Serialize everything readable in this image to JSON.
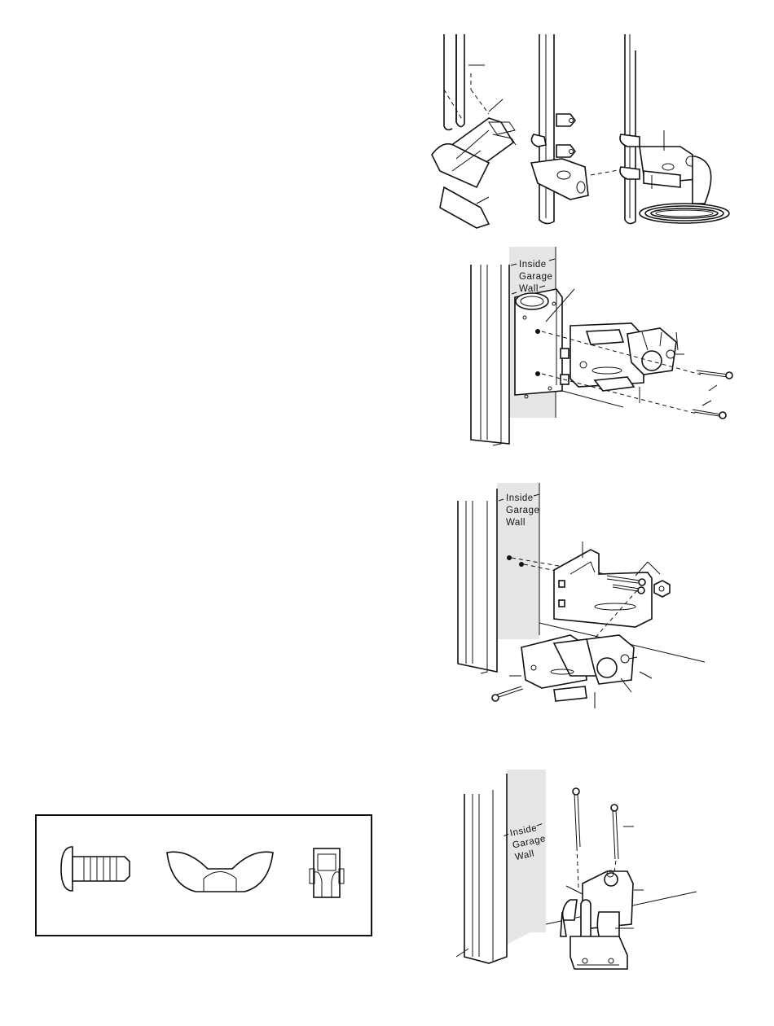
{
  "figure_2": {
    "wall_label": [
      "Inside",
      "Garage",
      "Wall"
    ]
  },
  "figure_3": {
    "wall_label": [
      "Inside",
      "Garage",
      "Wall"
    ]
  },
  "figure_4": {
    "wall_label": [
      "Inside",
      "Garage",
      "Wall"
    ]
  },
  "hardware_box": {
    "items": [
      "carriage-bolt",
      "wing-nut",
      "snap-clip"
    ]
  }
}
